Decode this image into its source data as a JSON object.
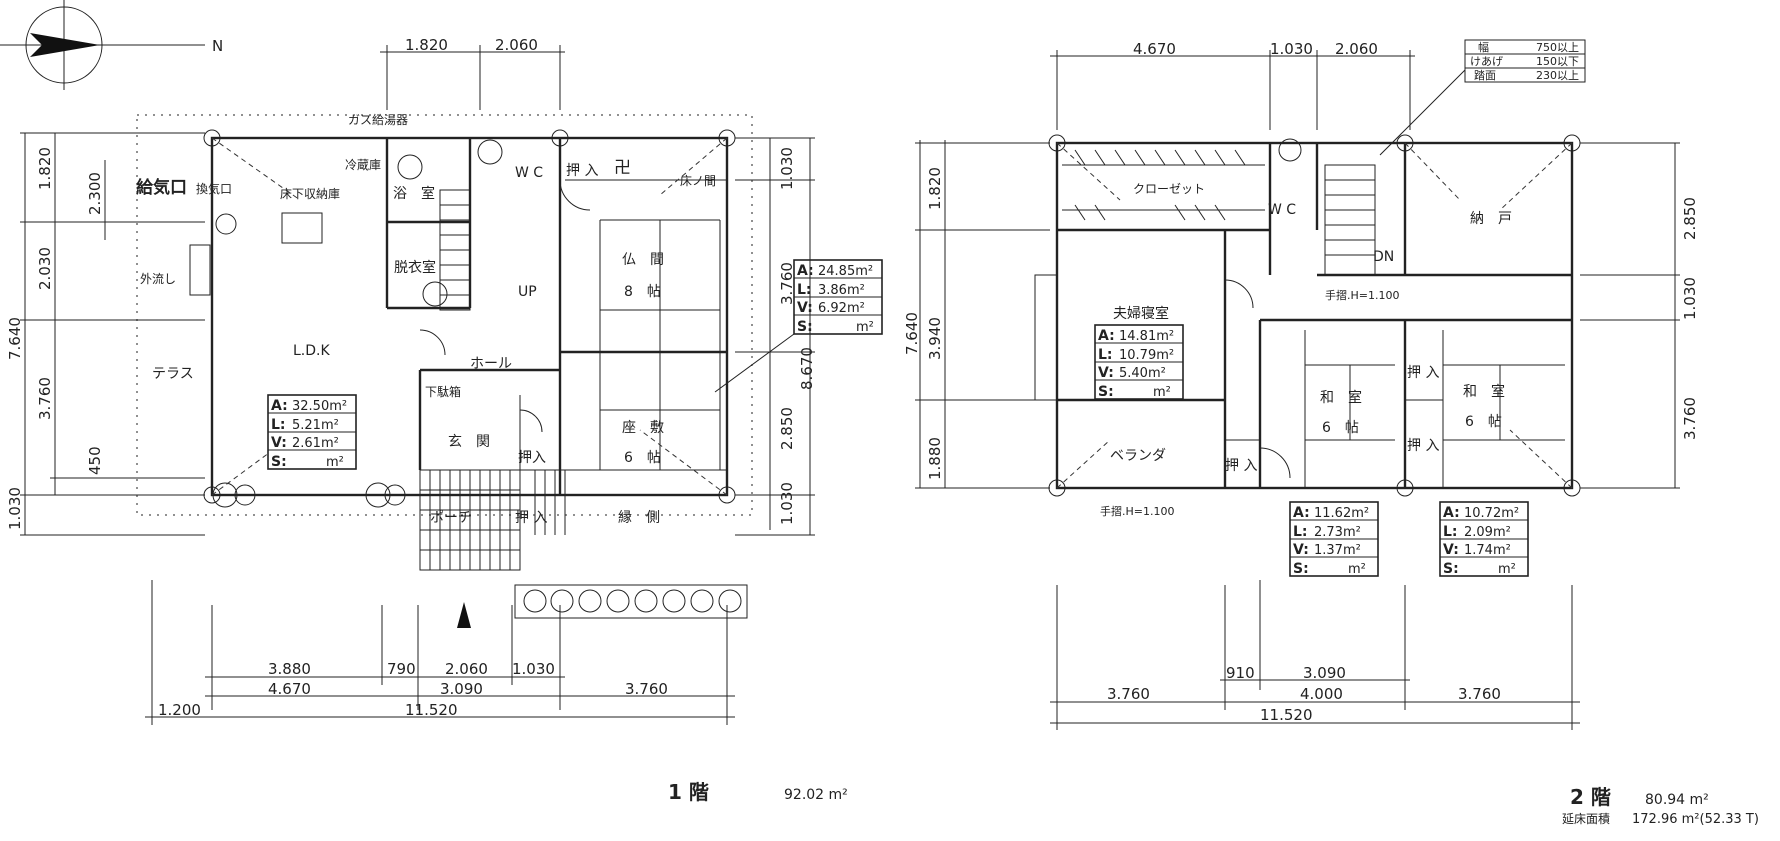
{
  "compass": {
    "north_label": "N"
  },
  "floor1": {
    "title": "1 階",
    "area": "92.02 m²",
    "top_dims": [
      "1.820",
      "2.060"
    ],
    "left_dims": [
      "1.820",
      "2.300",
      "2.030",
      "7.640",
      "3.760",
      "450",
      "1.030"
    ],
    "right_dims": [
      "1.030",
      "3.760",
      "8.670",
      "2.850",
      "1.030"
    ],
    "bottom_dims_row1": [
      "3.880",
      "790",
      "2.060",
      "1.030"
    ],
    "bottom_dims_row2": [
      "4.670",
      "3.090",
      "3.760"
    ],
    "bottom_dims_row3": [
      "1.200",
      "11.520"
    ],
    "rooms": {
      "gas": "ガス給湯器",
      "fridge": "冷蔵庫",
      "vent": "給気口",
      "kitchen_vent": "換気口",
      "floor_storage": "床下収納庫",
      "bath": "浴　室",
      "wc": "W C",
      "oshiire_top": "押 入",
      "butsudan": "卍",
      "tokonoma": "床ノ間",
      "datsui": "脱衣室",
      "up": "UP",
      "butsuma": "仏　間",
      "butsuma_size": "8　帖",
      "outdoor_tap": "外流し",
      "ldk": "L.D.K",
      "hall": "ホール",
      "terrace": "テラス",
      "getabako": "下駄箱",
      "genkan": "玄　関",
      "zashiki": "座　敷",
      "zashiki_size": "6　帖",
      "oshiire1": "押入",
      "oshiire2": "押 入",
      "porch": "ポーチ",
      "engawa": "縁　側"
    },
    "table_ldk": {
      "A": "32.50m²",
      "L": "5.21m²",
      "V": "2.61m²",
      "S": "m²"
    },
    "table_butsuma": {
      "A": "24.85m²",
      "L": "3.86m²",
      "V": "6.92m²",
      "S": "m²"
    }
  },
  "floor2": {
    "title": "2 階",
    "area": "80.94 m²",
    "total_label": "延床面積",
    "total_area": "172.96 m²(52.33 T)",
    "top_dims": [
      "4.670",
      "1.030",
      "2.060"
    ],
    "stair_spec": [
      [
        "幅",
        "750以上"
      ],
      [
        "けあげ",
        "150以下"
      ],
      [
        "踏面",
        "230以上"
      ]
    ],
    "left_dims": [
      "1.820",
      "7.640",
      "3.940",
      "1.880"
    ],
    "right_dims": [
      "2.850",
      "1.030",
      "3.760"
    ],
    "bottom_dims_row1": [
      "910",
      "3.090"
    ],
    "bottom_dims_row2": [
      "3.760",
      "4.000",
      "3.760"
    ],
    "bottom_dims_row3": [
      "11.520"
    ],
    "rooms": {
      "closet": "クローゼット",
      "wc": "W C",
      "dn": "DN",
      "storage": "納　戸",
      "handrail1": "手摺.H=1.100",
      "master": "夫婦寝室",
      "washitsu1": "和　室",
      "washitsu1_size": "6　帖",
      "washitsu2": "和　室",
      "washitsu2_size": "6　帖",
      "oshiire_a": "押 入",
      "oshiire_b": "押 入",
      "oshiire_c": "押 入",
      "veranda": "ベランダ",
      "handrail2": "手摺.H=1.100"
    },
    "table_master": {
      "A": "14.81m²",
      "L": "10.79m²",
      "V": "5.40m²",
      "S": "m²"
    },
    "table_wa1": {
      "A": "11.62m²",
      "L": "2.73m²",
      "V": "1.37m²",
      "S": "m²"
    },
    "table_wa2": {
      "A": "10.72m²",
      "L": "2.09m²",
      "V": "1.74m²",
      "S": "m²"
    }
  }
}
